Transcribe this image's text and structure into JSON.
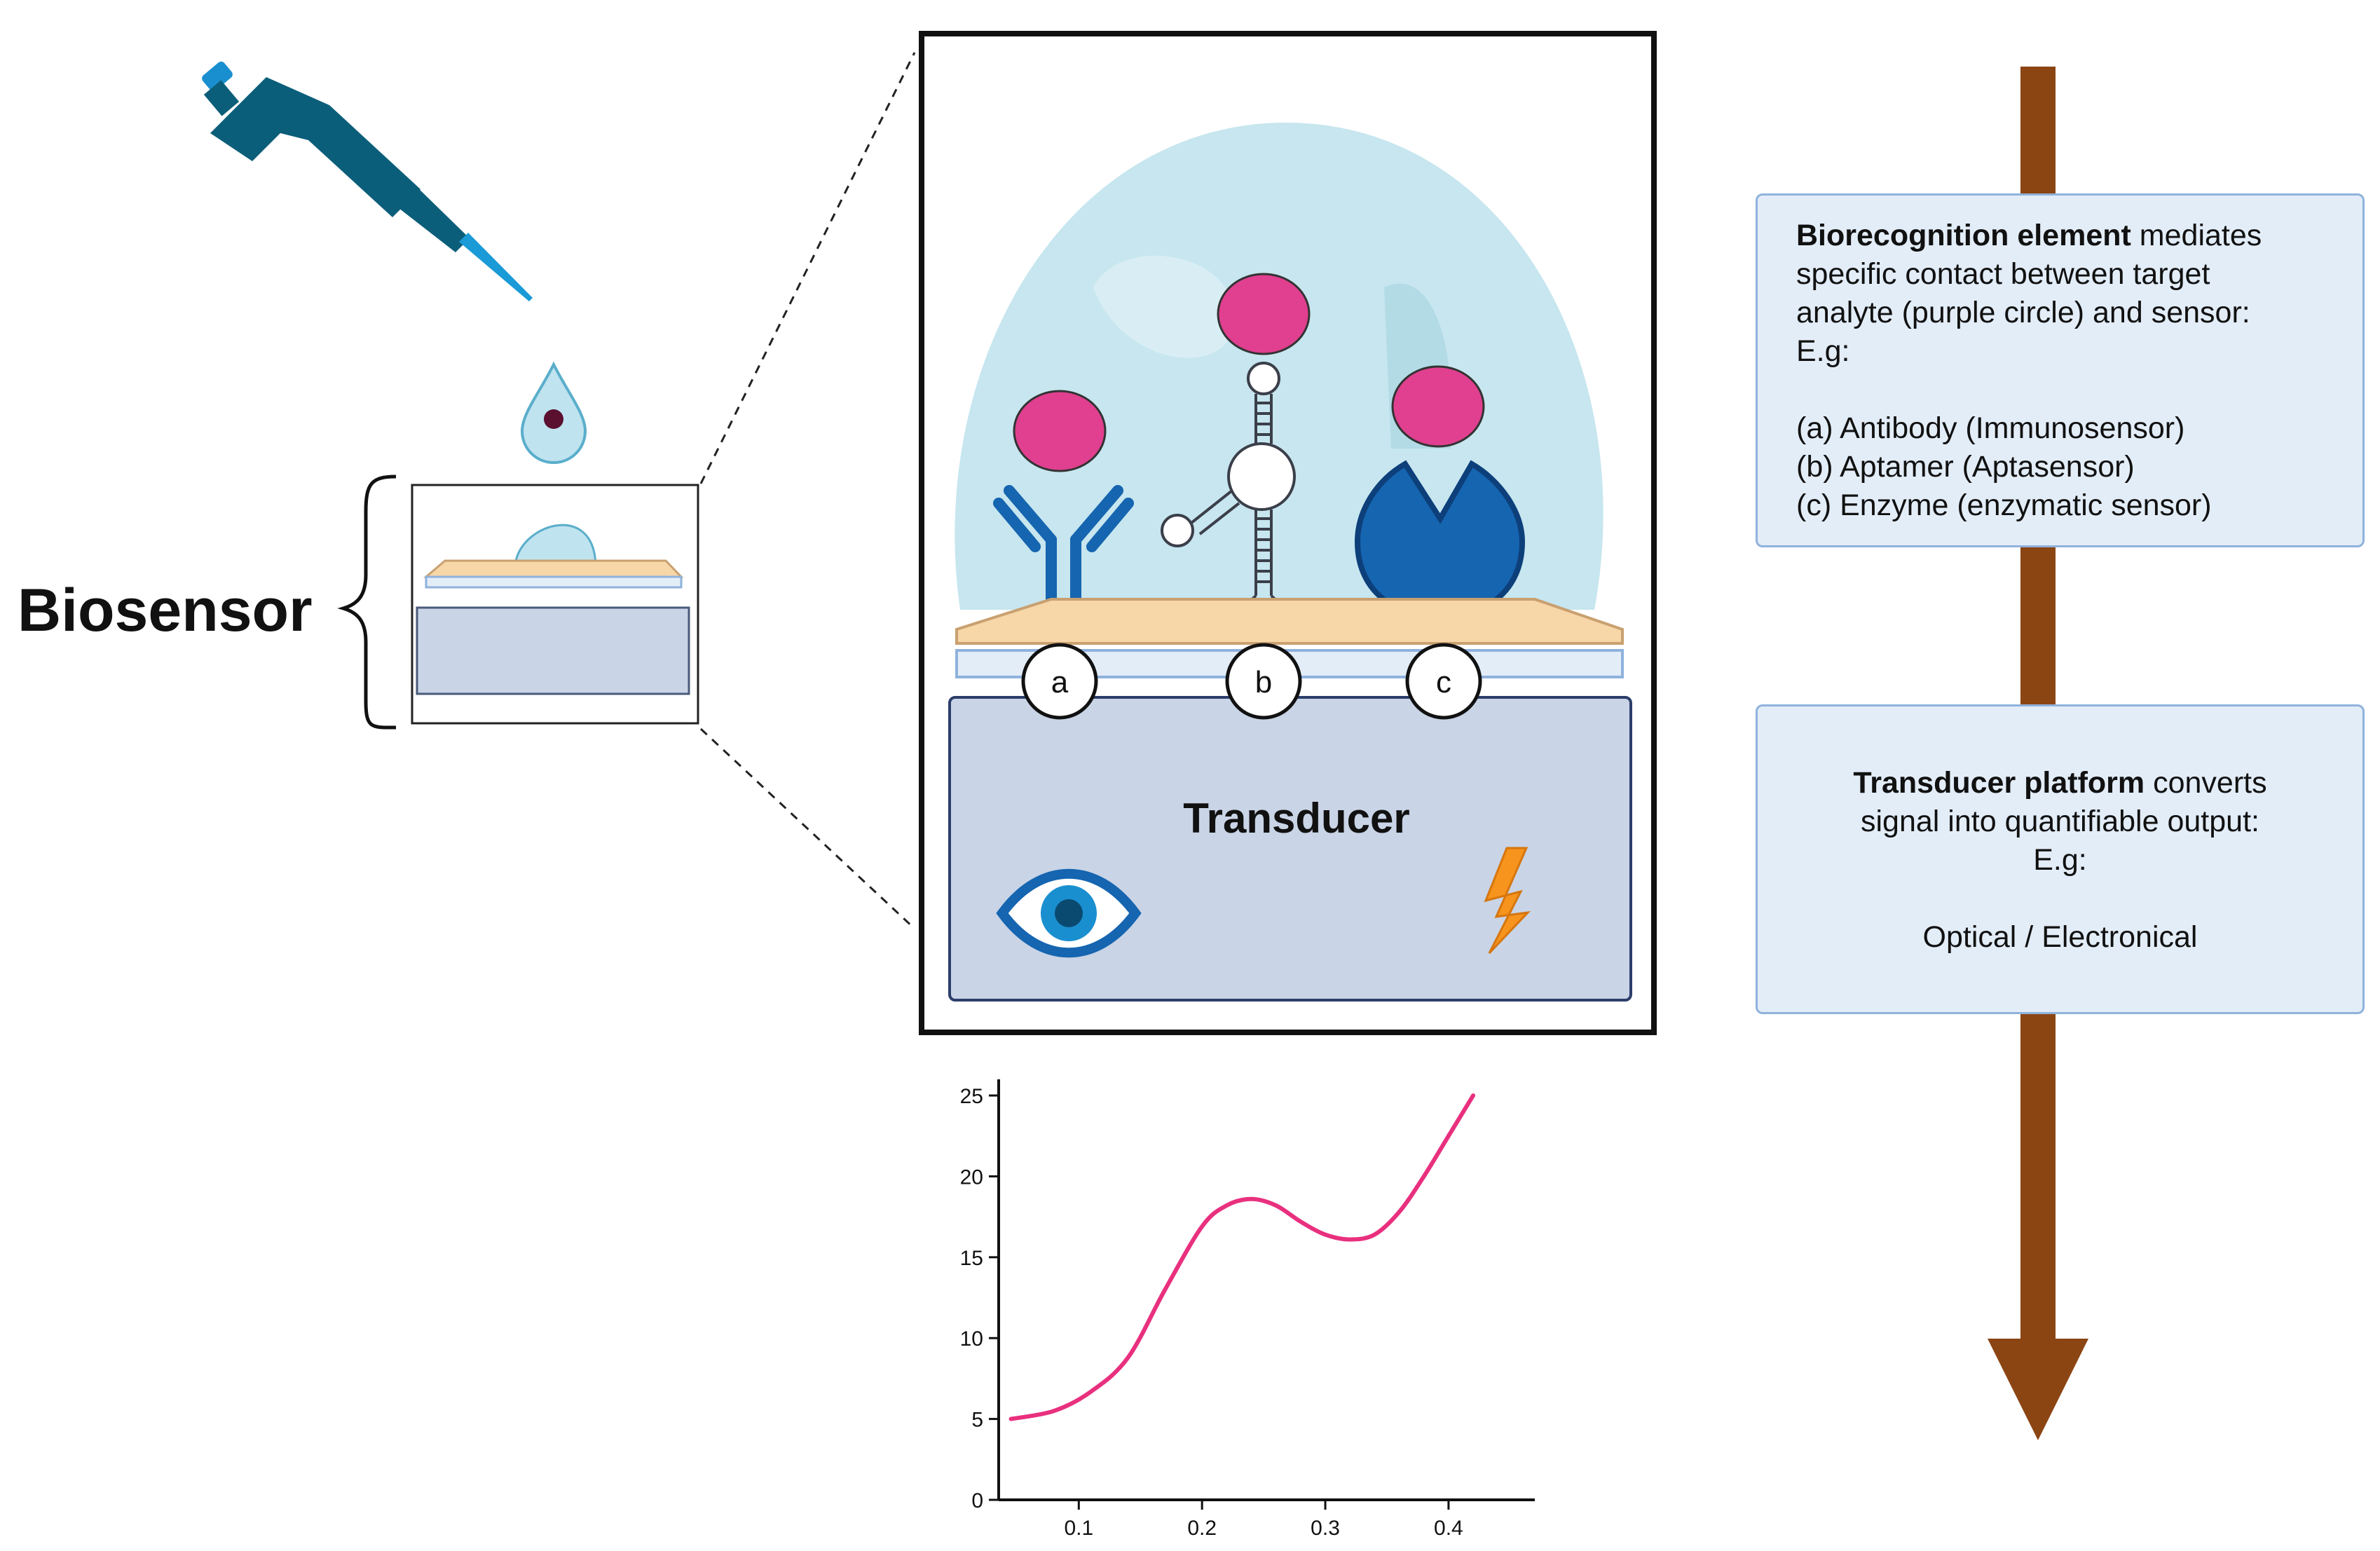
{
  "biosensor_label": "Biosensor",
  "transducer_label": "Transducer",
  "receptor_labels": [
    "a",
    "b",
    "c"
  ],
  "icons": {
    "pipette": "pipette-icon",
    "droplet": "droplet-icon",
    "eye": "eye-icon",
    "lightning": "lightning-icon",
    "antibody": "antibody-icon",
    "aptamer": "aptamer-icon",
    "enzyme": "enzyme-icon"
  },
  "colors": {
    "arrow": "#8b4513",
    "analyte": "#e0408f",
    "receptor": "#1565b0",
    "panel_bg": "#e3edf8",
    "panel_border": "#8fb2dc",
    "transducer_bg": "#c9d4e6",
    "substrate": "#f7d6a8",
    "droplet": "#bfe3ef",
    "lightning": "#f7941d",
    "curve": "#e9307f"
  },
  "bio_panel": {
    "title_bold": "Biorecognition element",
    "line1_rest": " mediates",
    "line2": "specific contact between target",
    "line3": "analyte (purple circle) and sensor:",
    "line4": "E.g:",
    "item_a": "(a) Antibody (Immunosensor)",
    "item_b": "(b) Aptamer (Aptasensor)",
    "item_c": "(c) Enzyme (enzymatic sensor)"
  },
  "trans_panel": {
    "title_bold": "Transducer platform",
    "line1_rest": " converts",
    "line2": "signal into quantifiable output:",
    "line3": "E.g:",
    "line4": "Optical / Electronical"
  },
  "chart_data": {
    "type": "line",
    "title": "",
    "xlabel": "",
    "ylabel": "",
    "x_ticks": [
      0.1,
      0.2,
      0.3,
      0.4
    ],
    "y_ticks": [
      0,
      5,
      10,
      15,
      20,
      25
    ],
    "x_tick_labels": [
      "0.1",
      "0.2",
      "0.3",
      "0.4"
    ],
    "y_tick_labels": [
      "0",
      "5",
      "10",
      "15",
      "20",
      "25"
    ],
    "xlim": [
      0.035,
      0.47
    ],
    "ylim": [
      0,
      26
    ],
    "series": [
      {
        "x": [
          0.045,
          0.08,
          0.11,
          0.14,
          0.17,
          0.2,
          0.22,
          0.24,
          0.26,
          0.28,
          0.3,
          0.32,
          0.34,
          0.36,
          0.38,
          0.4,
          0.42
        ],
        "y": [
          5.0,
          5.5,
          6.7,
          8.8,
          13.0,
          16.9,
          18.2,
          18.6,
          18.2,
          17.2,
          16.4,
          16.1,
          16.4,
          17.8,
          20.0,
          22.5,
          25.0
        ]
      }
    ]
  }
}
